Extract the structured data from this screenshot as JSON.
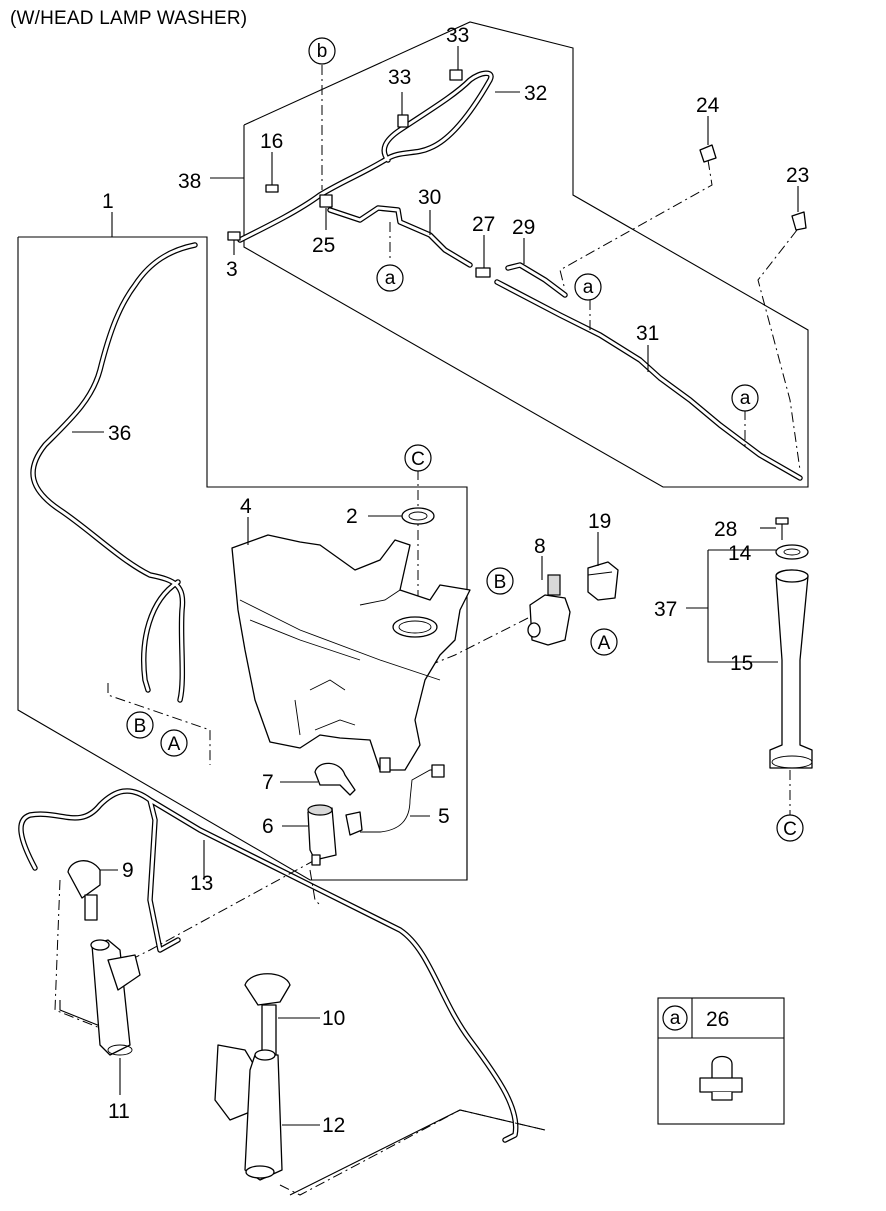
{
  "title": "(W/HEAD LAMP WASHER)",
  "part_labels": [
    "1",
    "2",
    "3",
    "4",
    "5",
    "6",
    "7",
    "8",
    "9",
    "10",
    "11",
    "12",
    "13",
    "14",
    "15",
    "16",
    "19",
    "23",
    "24",
    "25",
    "27",
    "28",
    "29",
    "30",
    "31",
    "32",
    "33",
    "33",
    "36",
    "37",
    "38"
  ],
  "circle_refs": [
    "a",
    "a",
    "a",
    "b",
    "B",
    "A",
    "B",
    "A",
    "C",
    "C"
  ],
  "legend": {
    "ref": "a",
    "part": "26"
  }
}
